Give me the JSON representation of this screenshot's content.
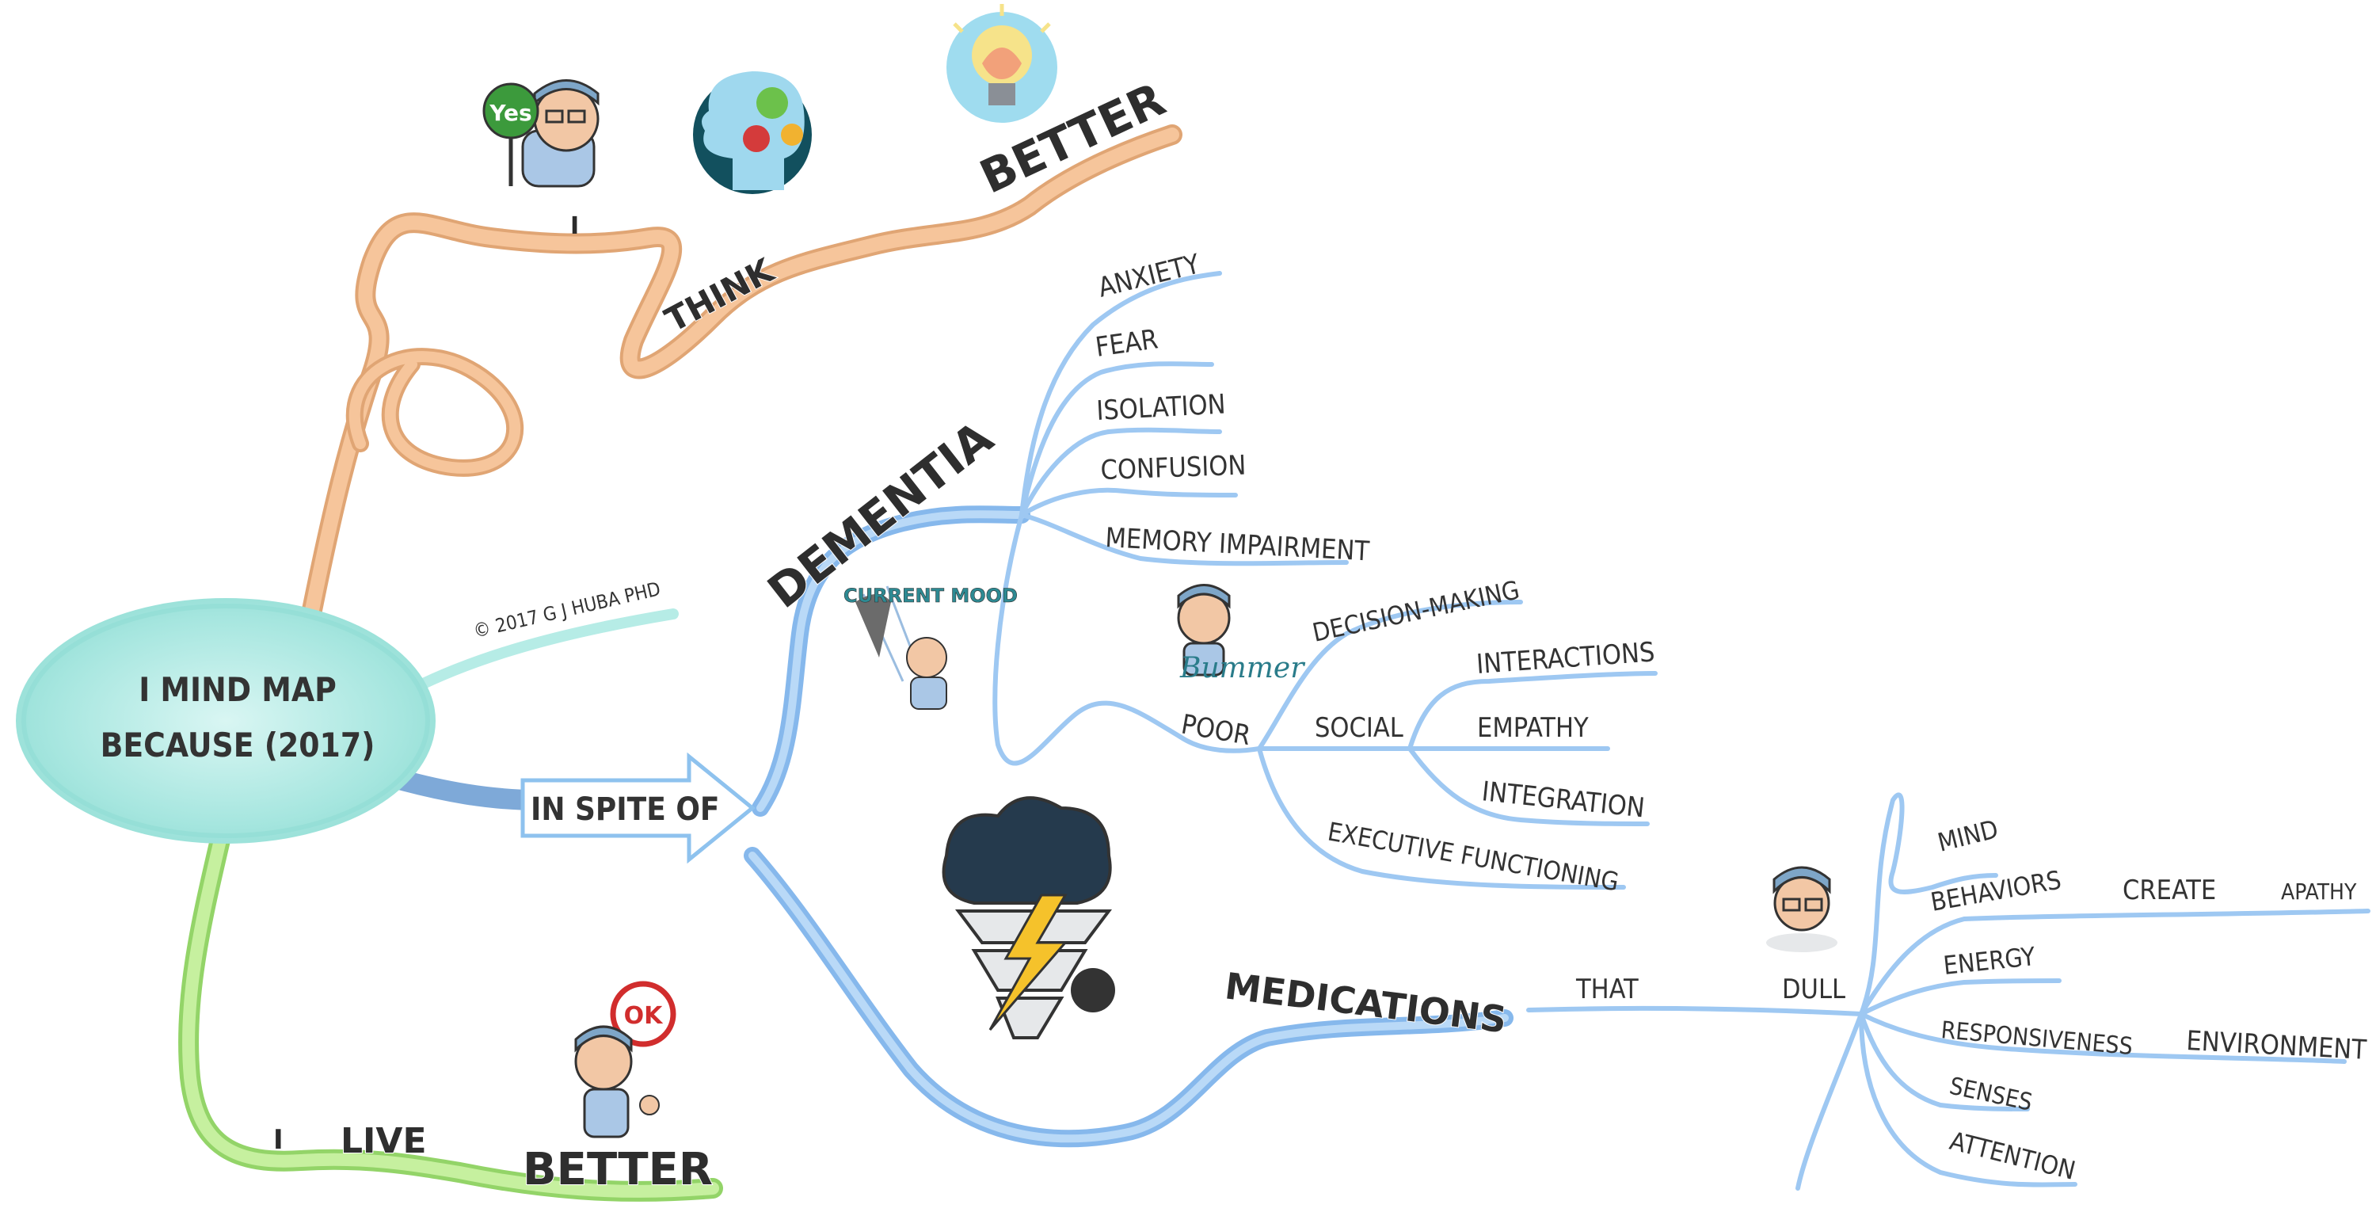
{
  "center": {
    "line1": "I MIND MAP",
    "line2": "BECAUSE (2017)"
  },
  "copyright": "© 2017 G J HUBA PHD",
  "branches": {
    "top": {
      "i": "I",
      "think": "THINK",
      "better": "BETTER"
    },
    "bottom": {
      "i": "I",
      "live": "LIVE",
      "better": "BETTER"
    },
    "middle": {
      "in_spite_of": "IN SPITE OF"
    }
  },
  "dementia": {
    "title": "DEMENTIA",
    "items": [
      "ANXIETY",
      "FEAR",
      "ISOLATION",
      "CONFUSION",
      "MEMORY IMPAIRMENT"
    ],
    "poor": {
      "label": "POOR",
      "decision": "DECISION-MAKING",
      "social": {
        "label": "SOCIAL",
        "items": [
          "INTERACTIONS",
          "EMPATHY",
          "INTEGRATION"
        ]
      },
      "executive": "EXECUTIVE FUNCTIONING"
    }
  },
  "medications": {
    "title": "MEDICATIONS",
    "that": "THAT",
    "dull": "DULL",
    "items": [
      "MIND",
      "BEHAVIORS",
      "ENERGY",
      "RESPONSIVENESS",
      "SENSES",
      "ATTENTION"
    ],
    "create": "CREATE",
    "apathy": "APATHY",
    "environment": "ENVIRONMENT"
  },
  "stickers": {
    "yes": "Yes",
    "ok": "OK",
    "current_mood": "CURRENT MOOD",
    "bummer": "Bummer"
  },
  "colors": {
    "center_fill": "#9fe3dc",
    "orange_branch": "#f2b383",
    "green_branch": "#b8ea8a",
    "blue_branch": "#9ec8f2",
    "blue_dark": "#6fa3dc"
  }
}
